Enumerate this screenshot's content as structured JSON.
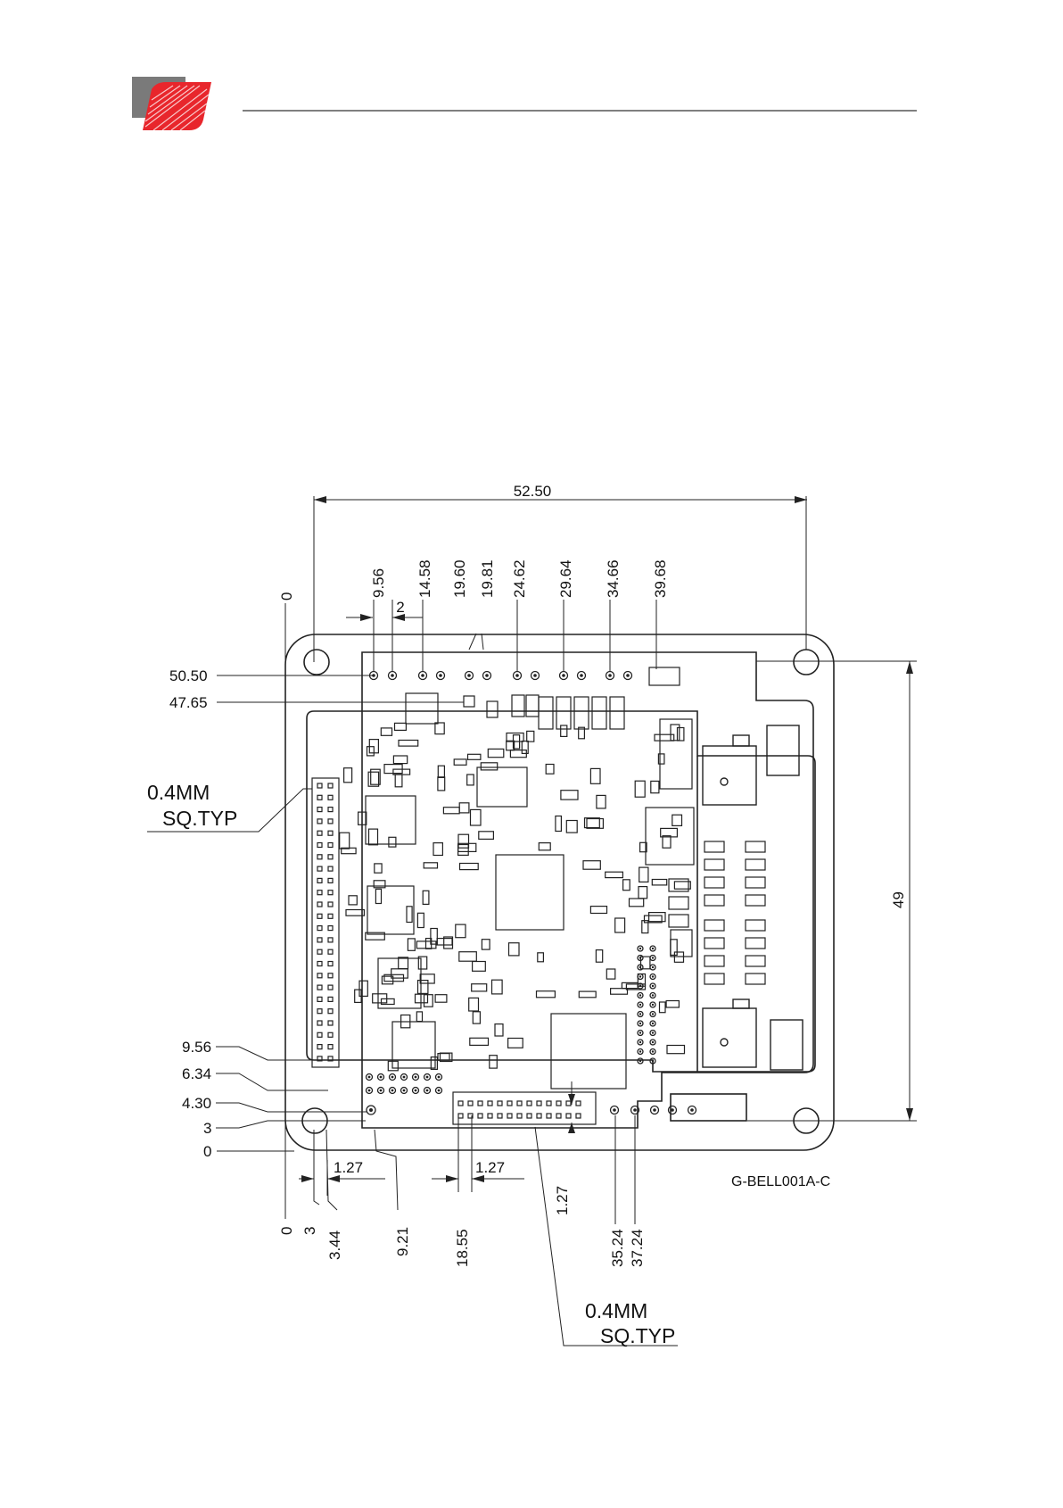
{
  "header": {
    "logo_colors": {
      "gray": "#7a7a7a",
      "red": "#e8262c"
    },
    "rule_color": "#555555"
  },
  "drawing": {
    "top_dimensions": {
      "overall_width": "52.50",
      "spacing": "2",
      "x_zero": "0",
      "x_positions": [
        "9.56",
        "14.58",
        "19.60",
        "19.81",
        "24.62",
        "29.64",
        "34.66",
        "39.68"
      ]
    },
    "right_dimension": {
      "overall_height": "49"
    },
    "left_y_positions": {
      "top": [
        "50.50",
        "47.65"
      ],
      "bottom": [
        "9.56",
        "6.34",
        "4.30",
        "3",
        "0"
      ]
    },
    "bottom_x_positions": [
      "0",
      "3",
      "3.44",
      "9.21",
      "18.55",
      "35.24",
      "37.24"
    ],
    "pitch_labels": {
      "left": "1.27",
      "middle": "1.27",
      "vertical": "1.27"
    },
    "notes": {
      "pin_size_top": "0.4MM",
      "pin_size_bottom": "0.4MM",
      "sq_typ_top": "SQ.TYP",
      "sq_typ_bottom": "SQ.TYP"
    },
    "reference_code": "G-BELL001A-C"
  }
}
